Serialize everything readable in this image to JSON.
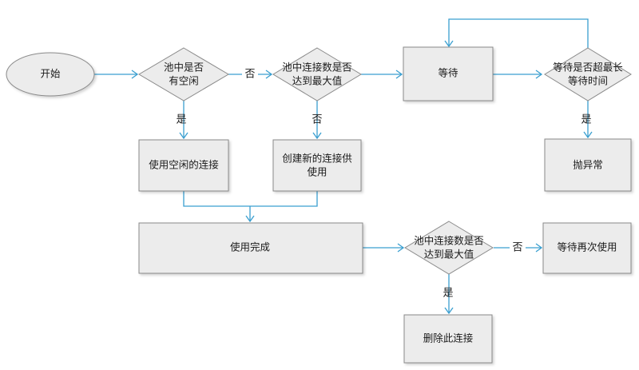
{
  "nodes": {
    "start": "开始",
    "has_idle": [
      "池中是否",
      "有空闲"
    ],
    "max_reached_1": [
      "池中连接数是否",
      "达到最大值"
    ],
    "wait": "等待",
    "wait_timeout": [
      "等待是否超最长",
      "等待时间"
    ],
    "use_idle": "使用空闲的连接",
    "create_new": [
      "创建新的连接供",
      "使用"
    ],
    "throw": "抛异常",
    "use_done": "使用完成",
    "max_reached_2": [
      "池中连接数是否",
      "达到最大值"
    ],
    "wait_reuse": "等待再次使用",
    "delete_conn": "删除此连接"
  },
  "labels": {
    "no_1": "否",
    "yes_1": "是",
    "no_2": "否",
    "yes_timeout": "是",
    "no_3": "否",
    "yes_3": "是"
  },
  "colors": {
    "edge": "#3a9fd0",
    "node_fill": "#ececec",
    "node_stroke": "#8a8a8a"
  }
}
